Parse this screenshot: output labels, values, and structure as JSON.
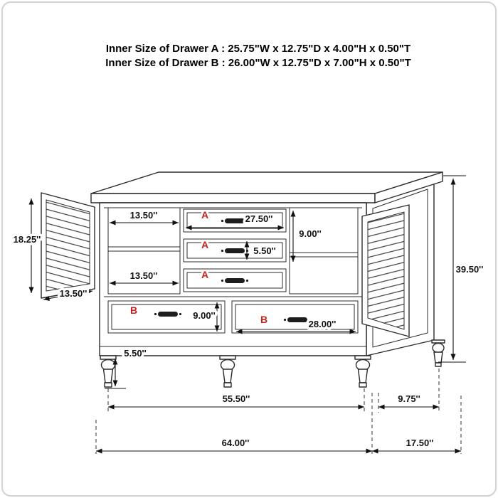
{
  "header": {
    "line1": "Inner Size of Drawer A : 25.75\"W x 12.75\"D x 4.00\"H x 0.50\"T",
    "line2": "Inner Size of Drawer B : 26.00\"W x 12.75\"D x 7.00\"H x 0.50\"T"
  },
  "labels": {
    "drawer_a": "A",
    "drawer_b": "B"
  },
  "dims": {
    "door_height": "18.25''",
    "shelf_width_upper": "13.50''",
    "shelf_width_lower": "13.50''",
    "door_width": "13.50''",
    "drawer_a_width": "27.50''",
    "drawer_a_stack_height": "9.00''",
    "drawer_a_front_height": "5.50''",
    "drawer_b_front_height": "9.00''",
    "drawer_b_width": "28.00''",
    "leg_height": "5.50''",
    "overall_height": "39.50''",
    "front_width": "55.50''",
    "side_leg_depth": "9.75''",
    "overall_width": "64.00''",
    "overall_depth": "17.50''"
  },
  "colors": {
    "outline": "#2b2b2b",
    "dimension_text": "#111111",
    "drawer_label_red": "#c9201d",
    "background": "#ffffff",
    "page_border": "#d0d3d7"
  }
}
